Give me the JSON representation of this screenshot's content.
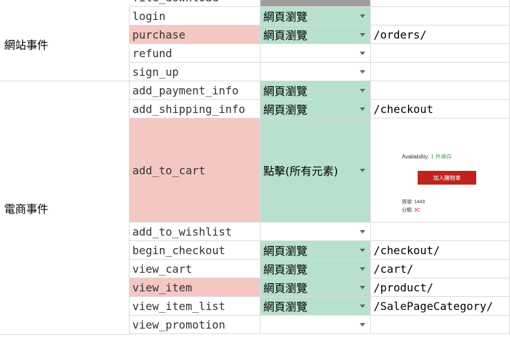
{
  "sheet": {
    "categories": [
      {
        "label": "網站事件"
      },
      {
        "label": "電商事件"
      }
    ],
    "rows": [
      {
        "event": "file_download",
        "trigger": "",
        "path": "",
        "event_highlight": "none",
        "trigger_highlight": "gray"
      },
      {
        "event": "login",
        "trigger": "網頁瀏覽",
        "path": "",
        "event_highlight": "none",
        "trigger_highlight": "green"
      },
      {
        "event": "purchase",
        "trigger": "網頁瀏覽",
        "path": "/orders/",
        "event_highlight": "pink",
        "trigger_highlight": "green"
      },
      {
        "event": "refund",
        "trigger": "",
        "path": "",
        "event_highlight": "none",
        "trigger_highlight": "none"
      },
      {
        "event": "sign_up",
        "trigger": "",
        "path": "",
        "event_highlight": "none",
        "trigger_highlight": "none"
      },
      {
        "event": "add_payment_info",
        "trigger": "網頁瀏覽",
        "path": "",
        "event_highlight": "none",
        "trigger_highlight": "green"
      },
      {
        "event": "add_shipping_info",
        "trigger": "網頁瀏覽",
        "path": "/checkout",
        "event_highlight": "none",
        "trigger_highlight": "green"
      },
      {
        "event": "add_to_cart",
        "trigger": "點擊(所有元素)",
        "path": "",
        "event_highlight": "pink",
        "trigger_highlight": "green"
      },
      {
        "event": "add_to_wishlist",
        "trigger": "",
        "path": "",
        "event_highlight": "none",
        "trigger_highlight": "none"
      },
      {
        "event": "begin_checkout",
        "trigger": "網頁瀏覽",
        "path": "/checkout/",
        "event_highlight": "none",
        "trigger_highlight": "green"
      },
      {
        "event": "view_cart",
        "trigger": "網頁瀏覽",
        "path": "/cart/",
        "event_highlight": "none",
        "trigger_highlight": "green"
      },
      {
        "event": "view_item",
        "trigger": "網頁瀏覽",
        "path": "/product/",
        "event_highlight": "pink",
        "trigger_highlight": "green"
      },
      {
        "event": "view_item_list",
        "trigger": "網頁瀏覽",
        "path": "/SalePageCategory/",
        "event_highlight": "none",
        "trigger_highlight": "green"
      },
      {
        "event": "view_promotion",
        "trigger": "",
        "path": "",
        "event_highlight": "none",
        "trigger_highlight": "none"
      }
    ],
    "thumbnail": {
      "availability_label": "Availability:",
      "availability_value": "1 件庫存",
      "button_label": "加入購物車",
      "sku_line": "貨號: 1443",
      "category_label": "分類:",
      "category_value": "3C"
    },
    "colors": {
      "event_highlight": "#f4c7c3",
      "trigger_highlight": "#b7e1cd",
      "header_gray": "#9e9e9e",
      "gridline": "#dadada"
    },
    "icons": {
      "dropdown": "dropdown-arrow-icon"
    }
  }
}
